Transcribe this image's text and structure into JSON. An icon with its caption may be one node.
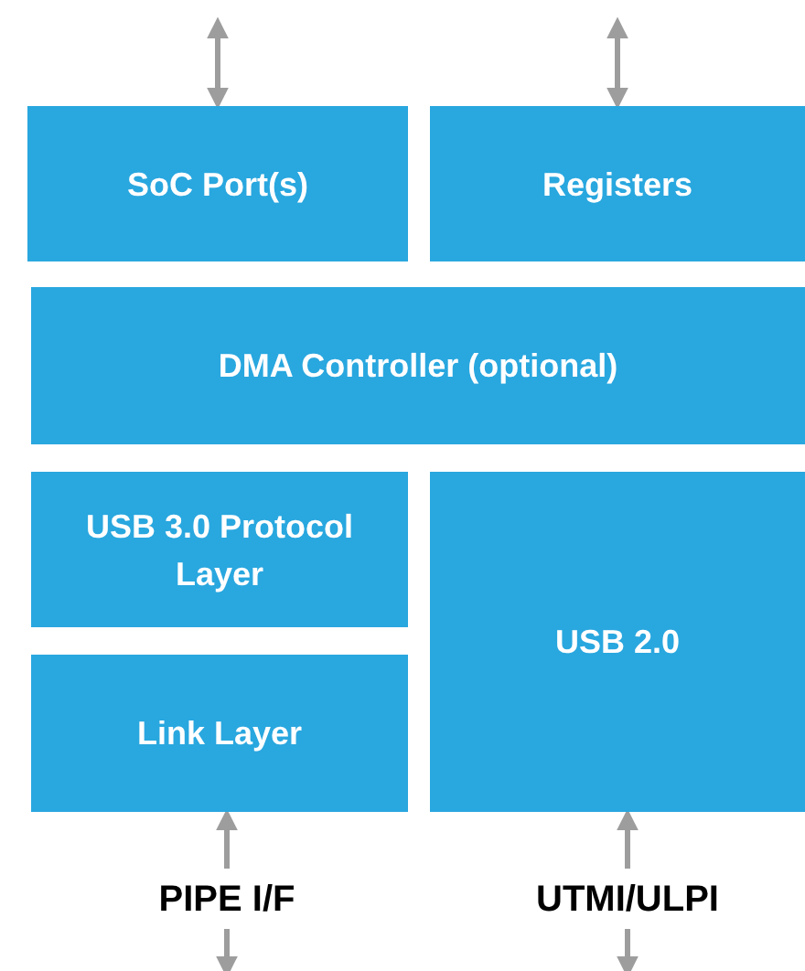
{
  "diagram": {
    "nodes": [
      {
        "text": [
          "SoC Port(s)"
        ]
      },
      {
        "text": [
          "Registers"
        ]
      },
      {
        "text": [
          "DMA Controller (optional)"
        ]
      },
      {
        "text": [
          "USB 3.0 Protocol Layer"
        ]
      },
      {
        "text": [
          "Link Layer"
        ]
      },
      {
        "text": [
          "USB 2.0"
        ]
      },
      {
        "text": [
          "PIPE I/F"
        ]
      },
      {
        "text": [
          "UTMI/ULPI"
        ]
      }
    ],
    "edges": [
      {
        "from": null,
        "to": 0,
        "arrow": "both"
      },
      {
        "from": null,
        "to": 1,
        "arrow": "both"
      },
      {
        "from": 6,
        "to": 4,
        "arrow": "to"
      },
      {
        "from": 6,
        "to": null,
        "arrow": "to"
      },
      {
        "from": 7,
        "to": 5,
        "arrow": "to"
      },
      {
        "from": 7,
        "to": null,
        "arrow": "to"
      }
    ]
  }
}
